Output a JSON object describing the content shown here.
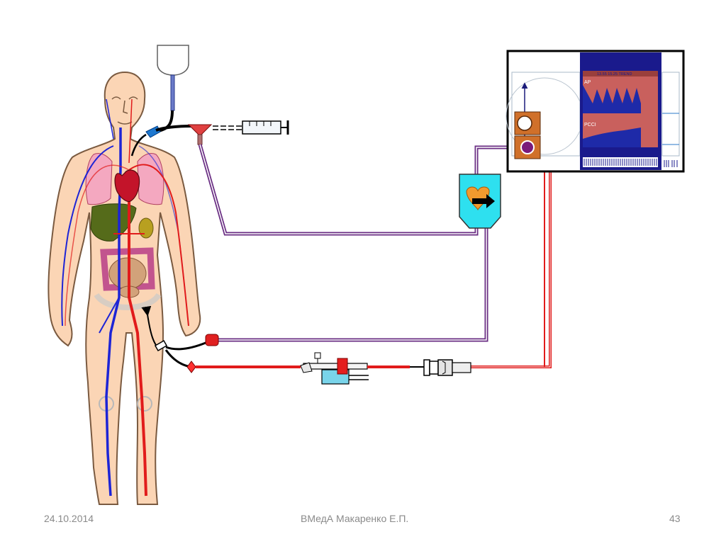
{
  "footer": {
    "date": "24.10.2014",
    "author": "ВМедА Макаренко Е.П.",
    "page_number": "43"
  },
  "monitor": {
    "header_values": "13.55  15.25  TREND",
    "curve_label_ap": "AP",
    "curve_label_pcci": "PCCI"
  },
  "colors": {
    "artery": "#e11b1b",
    "vein": "#1d24d6",
    "pressure_line": "#6a2e83",
    "skin": "#fbd5b5",
    "monitor_screen": "#1a1a8c",
    "monitor_plot": "#c9605d",
    "transducer_body": "#2ee0ef"
  }
}
